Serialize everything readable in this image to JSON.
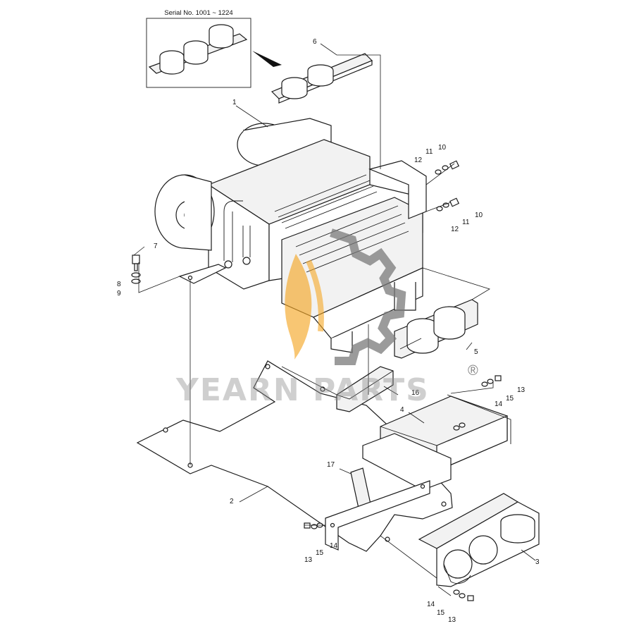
{
  "inset": {
    "serial_label": "Serial No. 1001 ~ 1224"
  },
  "watermark": {
    "text": "YEARN PARTS",
    "registered": "®",
    "gear_color": "#f5a623",
    "text_color": "#8a8a8a"
  },
  "callouts": {
    "c1": "1",
    "c2": "2",
    "c3": "3",
    "c4": "4",
    "c5": "5",
    "c6": "6",
    "c7": "7",
    "c8": "8",
    "c9": "9",
    "c10a": "10",
    "c11a": "11",
    "c12a": "12",
    "c10b": "10",
    "c11b": "11",
    "c12b": "12",
    "c13a": "13",
    "c14a": "14",
    "c15a": "15",
    "c13b": "13",
    "c14b": "14",
    "c15b": "15",
    "c13c": "13",
    "c14c": "14",
    "c15c": "15",
    "c16": "16",
    "c17": "17"
  }
}
